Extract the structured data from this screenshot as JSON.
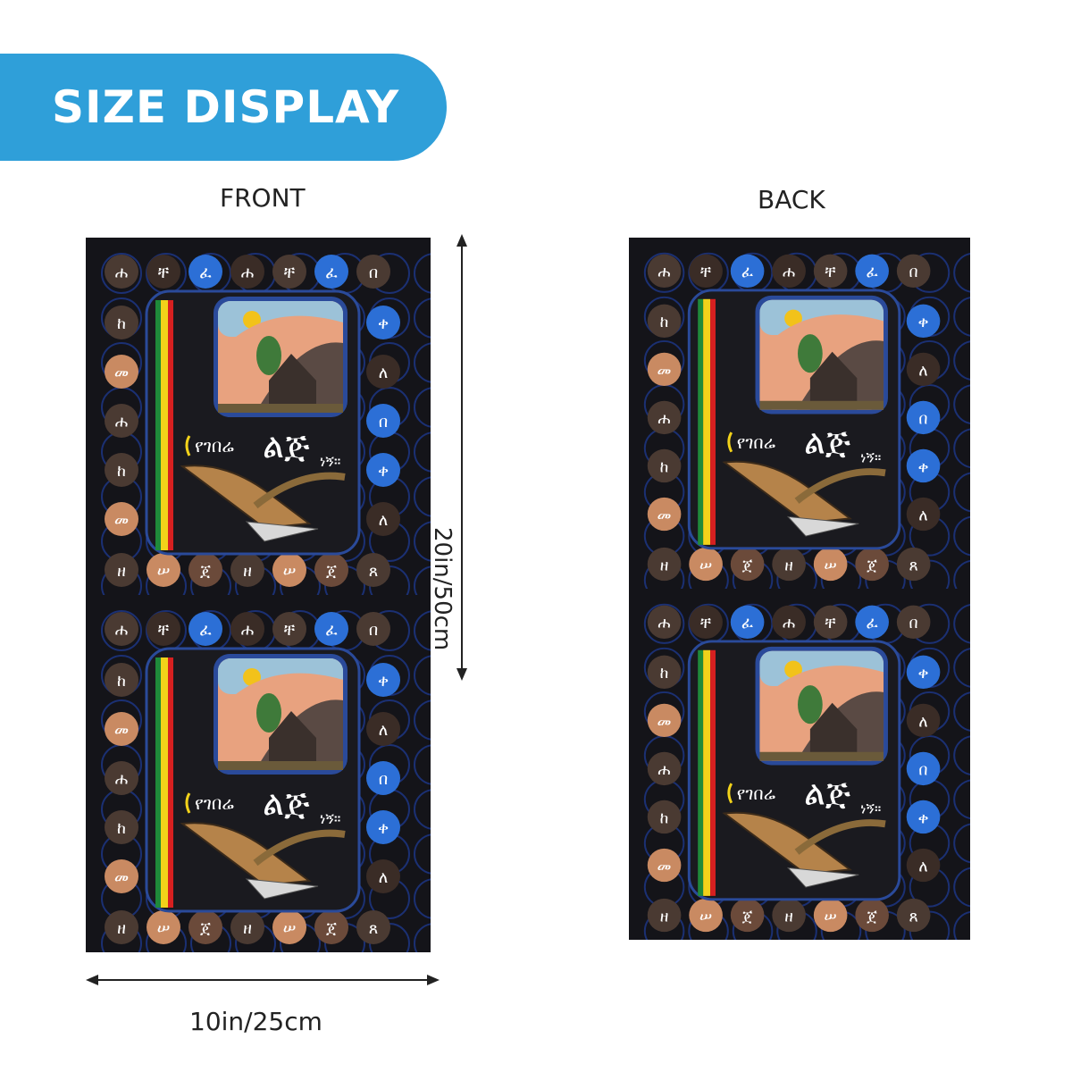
{
  "banner": {
    "title": "SIZE DISPLAY"
  },
  "views": {
    "front_label": "FRONT",
    "back_label": "BACK"
  },
  "dimensions": {
    "height_label": "20in/50cm",
    "width_label": "10in/25cm"
  },
  "design": {
    "phrase_small_left": "የገበሬ",
    "phrase_big": "ልጅ",
    "phrase_small_right": "ነኝ።",
    "glyph_row_top": [
      "ሐ",
      "ቸ",
      "ፈ",
      "ሐ",
      "ቸ",
      "ፈ",
      "በ"
    ],
    "glyph_col_left": [
      "ከ",
      "መ",
      "ሐ",
      "ከ",
      "መ"
    ],
    "glyph_col_right": [
      "ቀ",
      "ለ",
      "በ",
      "ቀ",
      "ለ"
    ],
    "glyph_row_bottom": [
      "ዘ",
      "ሠ",
      "ጀ",
      "ዘ",
      "ሠ",
      "ጀ",
      "ጸ"
    ],
    "colors": {
      "banner": "#2f9fd9",
      "scarf_bg": "#141419",
      "blob_blue": "#2c6fd6",
      "blob_brown": "#6b4a3a",
      "blob_tan": "#c98a62",
      "flag_green": "#1f8a3a",
      "flag_yellow": "#f2d21a",
      "flag_red": "#d62020"
    }
  }
}
